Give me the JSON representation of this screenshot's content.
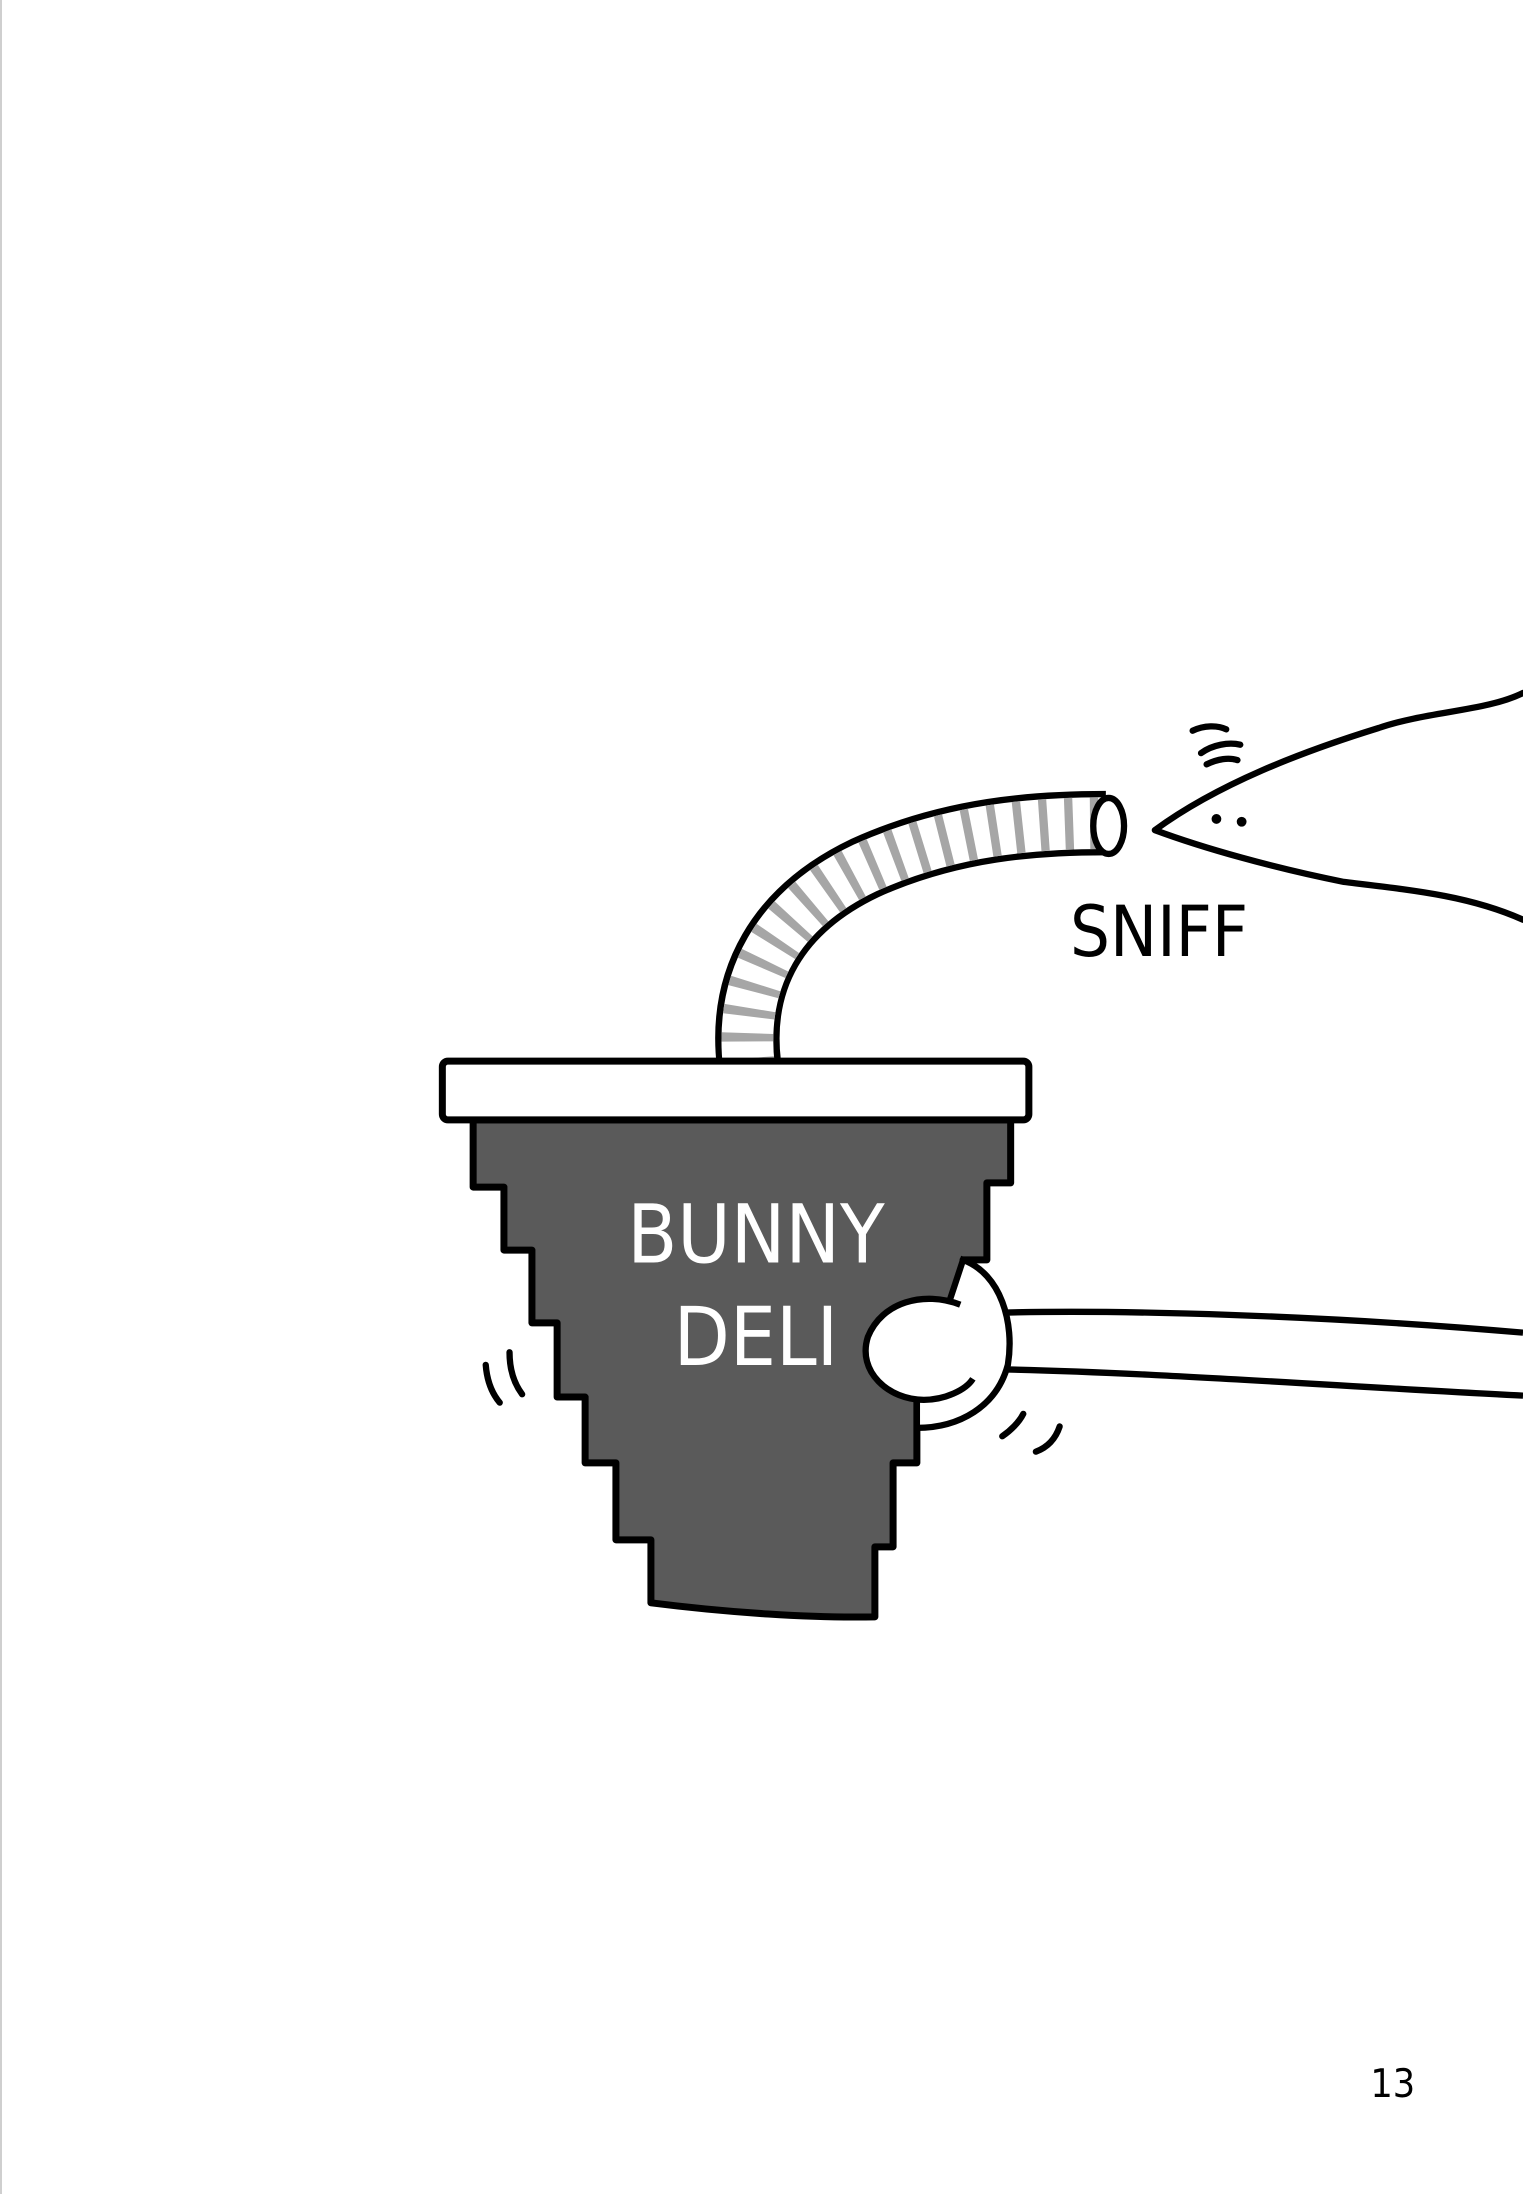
{
  "page": {
    "cup_label_line1": "BUNNY",
    "cup_label_line2": "DELI",
    "sound_effect": "SNIFF",
    "page_number": "13"
  },
  "colors": {
    "cup_fill": "#5a5a5a",
    "straw_stripe": "#a6a6a6",
    "outline": "#000000",
    "background": "#ffffff"
  }
}
